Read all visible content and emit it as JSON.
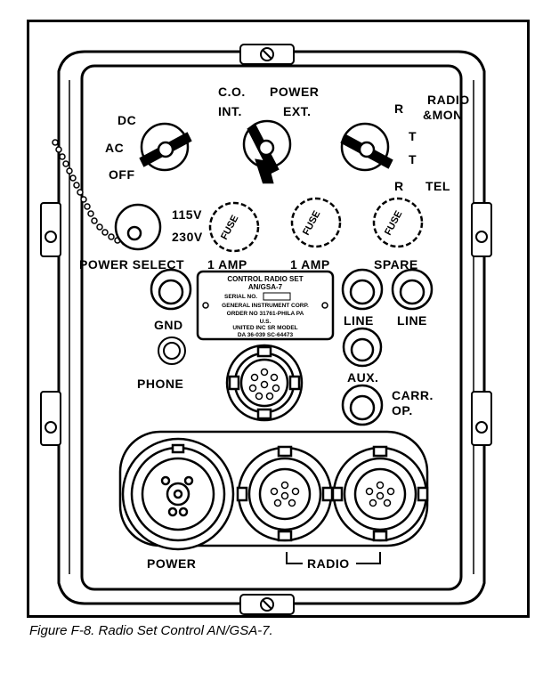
{
  "caption": "Figure F-8. Radio Set Control AN/GSA-7.",
  "labels": {
    "dc": "DC",
    "ac": "AC",
    "off": "OFF",
    "co": "C.O.",
    "power_top": "POWER",
    "int": "INT.",
    "ext": "EXT.",
    "r_top": "R",
    "radio_mon_1": "RADIO",
    "radio_mon_2": "&MON",
    "t1": "T",
    "t2": "T",
    "r_bottom": "R",
    "tel": "TEL",
    "v115": "115V",
    "v230": "230V",
    "power_select": "POWER SELECT",
    "amp1": "1 AMP",
    "amp2": "1 AMP",
    "spare": "SPARE",
    "gnd": "GND",
    "line1": "LINE",
    "line2": "LINE",
    "phone": "PHONE",
    "aux": "AUX.",
    "carr1": "CARR.",
    "carr2": "OP.",
    "power_bottom": "POWER",
    "radio_bottom": "RADIO"
  },
  "fuse_labels": {
    "f1": "FUSE",
    "f2": "FUSE",
    "f3": "FUSE"
  },
  "nameplate": {
    "line1": "CONTROL RADIO SET",
    "line2": "AN/GSA-7",
    "line3": "SERIAL NO.",
    "line4": "GENERAL INSTRUMENT CORP.",
    "line5": "ORDER NO 31761-PHILA PA",
    "line6": "U.S.",
    "line7": "UNITED INC SR MODEL",
    "line8": "DA 36-039 SC-64473"
  }
}
